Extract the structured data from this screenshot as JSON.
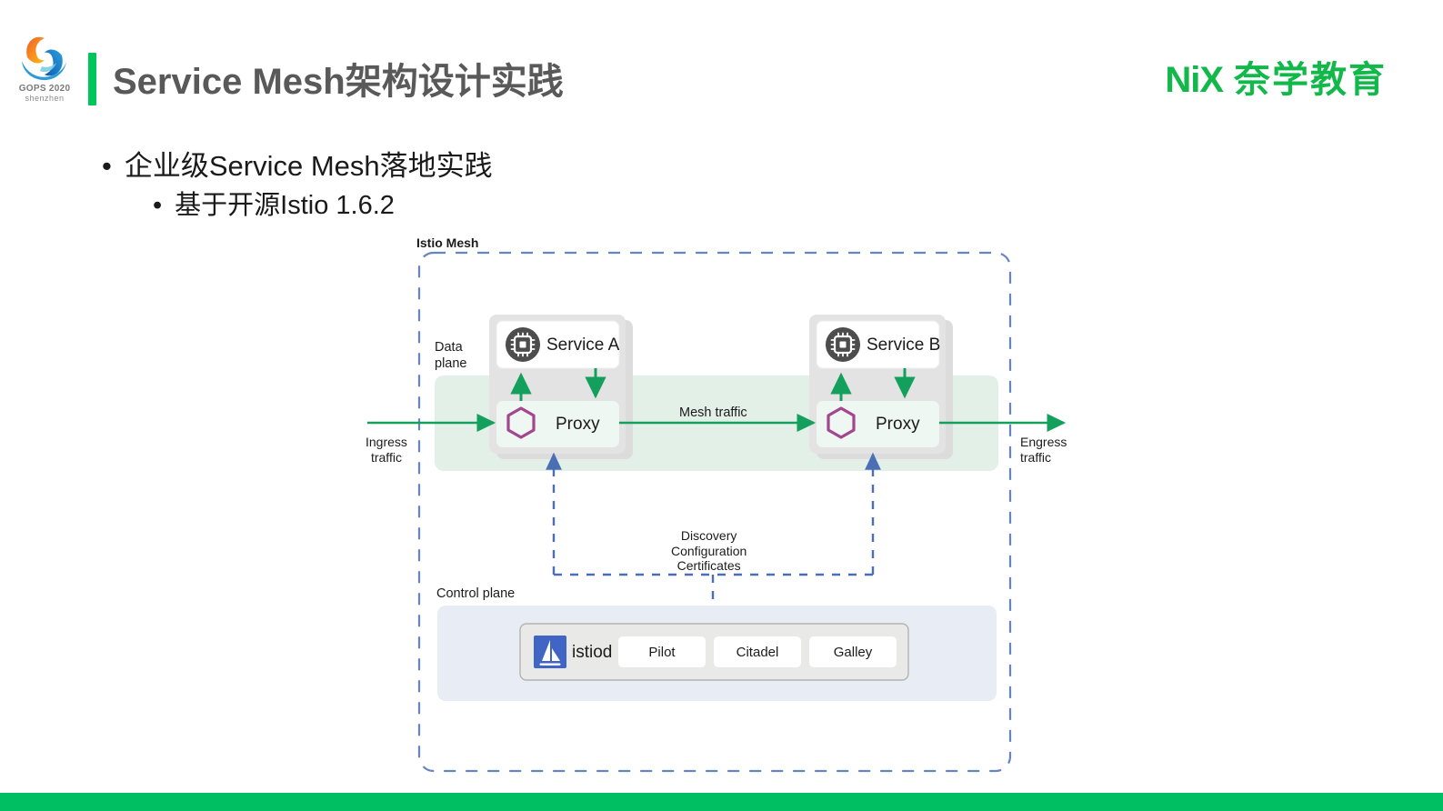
{
  "header": {
    "logo_name": "gops-logo",
    "logo_text": "GOPS 2020",
    "logo_sub": "shenzhen",
    "title": "Service Mesh架构设计实践",
    "brand_latin": "NiX",
    "brand_cn": "奈学教育",
    "accent_color": "#00c65a",
    "brand_color": "#12b84a"
  },
  "bullets": {
    "marker": "•",
    "level1": "企业级Service Mesh落地实践",
    "level2": "基于开源Istio 1.6.2"
  },
  "diagram": {
    "mesh_title": "Istio Mesh",
    "data_plane_label": "Data\nplane",
    "data_plane_line1": "Data",
    "data_plane_line2": "plane",
    "control_plane_label": "Control plane",
    "ingress_line1": "Ingress",
    "ingress_line2": "traffic",
    "egress_line1": "Engress",
    "egress_line2": "traffic",
    "mesh_traffic": "Mesh traffic",
    "discovery_line1": "Discovery",
    "discovery_line2": "Configuration",
    "discovery_line3": "Certificates",
    "service_a": "Service A",
    "service_b": "Service B",
    "proxy_a": "Proxy",
    "proxy_b": "Proxy",
    "istiod": "istiod",
    "components": [
      "Pilot",
      "Citadel",
      "Galley"
    ],
    "colors": {
      "traffic_green": "#13a05c",
      "mesh_band": "#e2f0e8",
      "pod_gray": "#e0e0e0",
      "proxy_bg": "#eef7f1",
      "hexagon_purple": "#a4458f",
      "control_dash_blue": "#4a6fb5",
      "control_panel": "#e8edf5",
      "istiod_panel": "#e9e9e7",
      "istiod_logo_blue": "#4065c4",
      "service_icon_gray": "#4d4d4d"
    }
  },
  "footer": {
    "bar_color": "#00bf63"
  }
}
